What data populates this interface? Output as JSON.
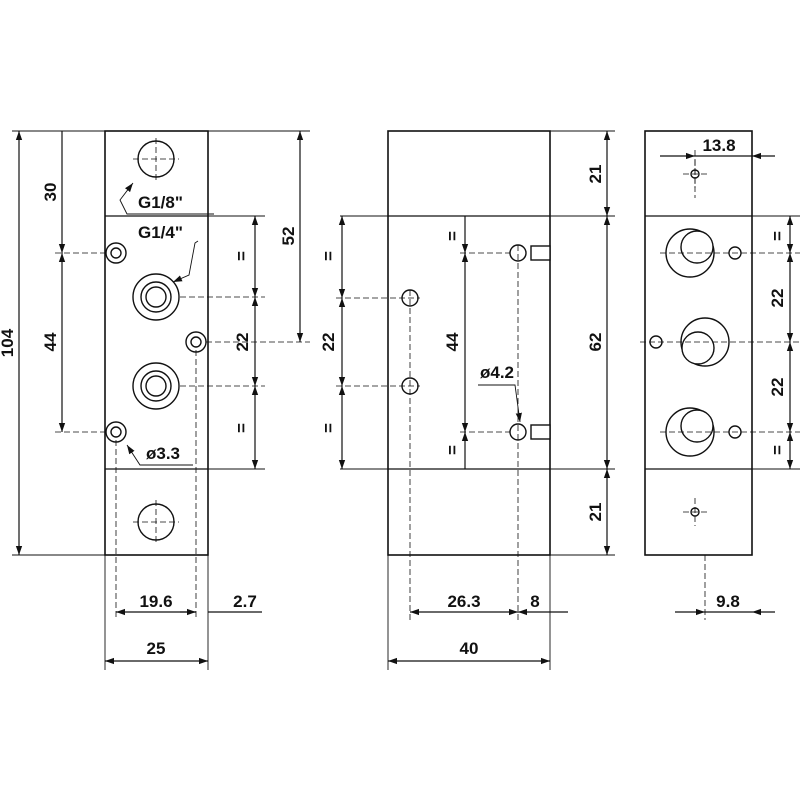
{
  "front_view": {
    "dim_30": "30",
    "dim_44": "44",
    "dim_104": "104",
    "dim_52": "52",
    "dim_22": "22",
    "equal_upper": "=",
    "equal_lower": "=",
    "thread_top": "G1/8\"",
    "thread_mid": "G1/4\"",
    "hole_dia": "ø3.3",
    "dim_19_6": "19.6",
    "dim_2_7": "2.7",
    "dim_25": "25"
  },
  "side_view": {
    "dim_22": "22",
    "equal_upper": "=",
    "equal_lower": "=",
    "dim_44": "44",
    "equal_44_upper": "=",
    "equal_44_lower": "=",
    "hole_dia": "ø4.2",
    "dim_21_top": "21",
    "dim_62": "62",
    "dim_21_bottom": "21",
    "dim_26_3": "26.3",
    "dim_8": "8",
    "dim_40": "40"
  },
  "end_view": {
    "dim_13_8": "13.8",
    "equal_upper": "=",
    "dim_22_upper": "22",
    "dim_22_lower": "22",
    "equal_lower": "=",
    "dim_9_8": "9.8"
  }
}
